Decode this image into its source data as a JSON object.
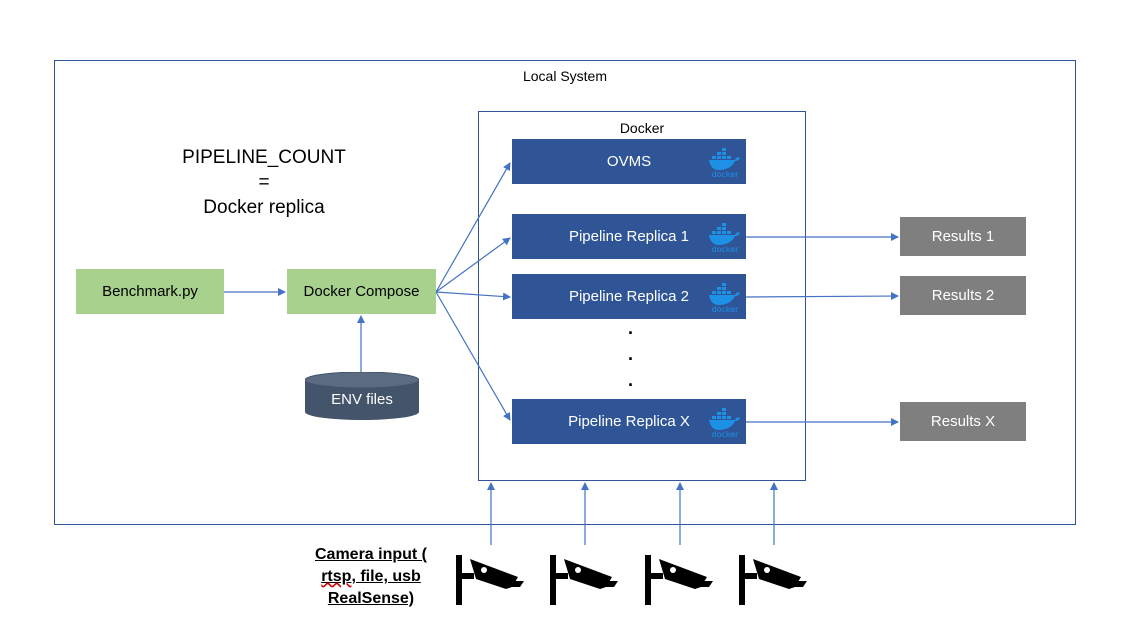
{
  "local_system": {
    "label": "Local System"
  },
  "docker": {
    "label": "Docker"
  },
  "equation": {
    "line1": "PIPELINE_COUNT",
    "line2": "=",
    "line3": "Docker replica"
  },
  "benchmark": {
    "label": "Benchmark.py"
  },
  "compose": {
    "label": "Docker Compose"
  },
  "env": {
    "label": "ENV files"
  },
  "containers": {
    "ovms": "OVMS",
    "replica1": "Pipeline Replica 1",
    "replica2": "Pipeline Replica 2",
    "replicaX": "Pipeline Replica X",
    "dots": "."
  },
  "results": {
    "r1": "Results 1",
    "r2": "Results 2",
    "rX": "Results X"
  },
  "camera": {
    "line1": "Camera input (",
    "line2_part1": "rtsp",
    "line2_part2": ", file, usb",
    "line3": "RealSense)"
  },
  "logo_text": "docker",
  "colors": {
    "frame": "#2f5597",
    "green": "#a9d18e",
    "blue": "#2f5597",
    "gray": "#7f7f7f",
    "cylinder": "#44546a",
    "arrow": "#4472c4",
    "docker_logo": "#1d91e6"
  }
}
